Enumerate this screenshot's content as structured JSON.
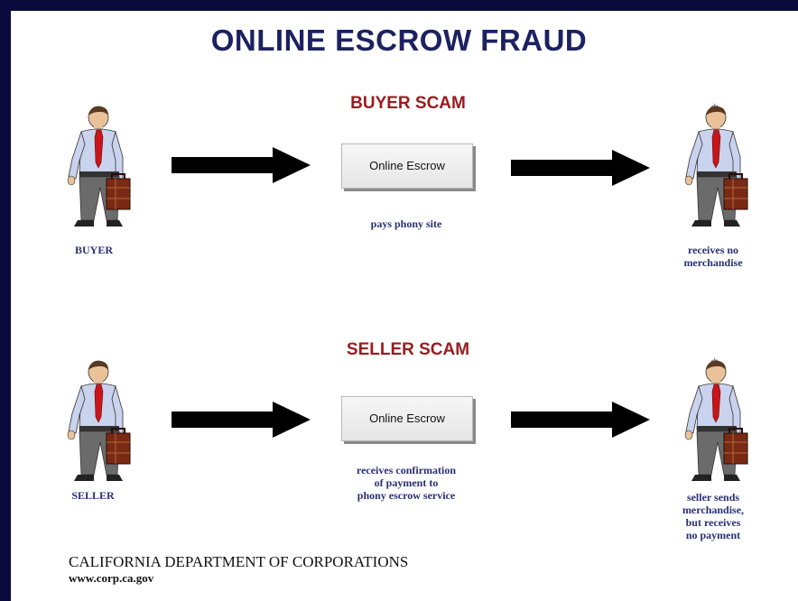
{
  "title": "ONLINE ESCROW FRAUD",
  "buyer_scam": {
    "heading": "BUYER SCAM",
    "left_label": "BUYER",
    "box_label": "Online Escrow",
    "middle_caption": "pays phony site",
    "right_caption": [
      "receives no",
      "merchandise"
    ],
    "right_icon": "dollar-sign-icon"
  },
  "seller_scam": {
    "heading": "SELLER SCAM",
    "left_label": "SELLER",
    "box_label": "Online Escrow",
    "middle_caption": [
      "receives confirmation",
      "of payment to",
      "phony escrow service"
    ],
    "right_caption": [
      "seller sends",
      "merchandise,",
      "but receives",
      "no payment"
    ],
    "right_icon": "dollar-sign-icon"
  },
  "footer": {
    "organization": "CALIFORNIA DEPARTMENT OF CORPORATIONS",
    "website": "www.corp.ca.gov"
  },
  "colors": {
    "title": "#1c2260",
    "section_heading": "#9b1a1e",
    "caption": "#2a2f78",
    "frame": "#0a0a3c",
    "tie": "#c8151b",
    "shirt": "#c9d3ee",
    "pants": "#6b6b6b",
    "briefcase": "#7a2a14"
  }
}
